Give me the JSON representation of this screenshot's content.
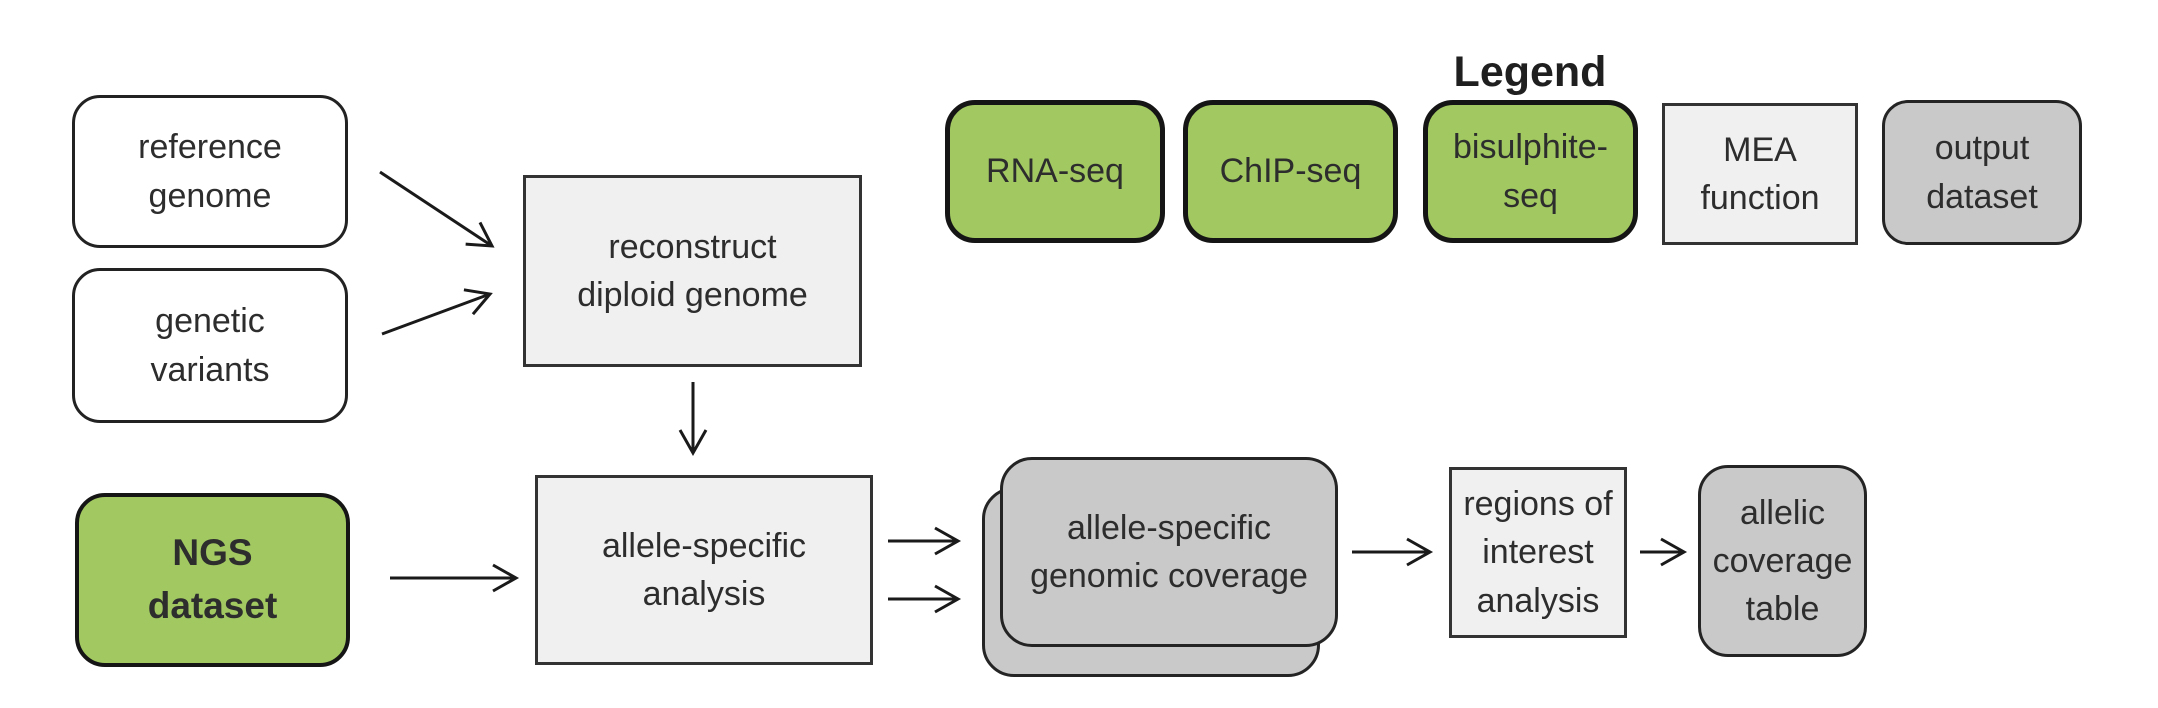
{
  "flowchart": {
    "nodes": {
      "reference_genome": "reference\ngenome",
      "genetic_variants": "genetic\nvariants",
      "ngs_dataset": "NGS\ndataset",
      "reconstruct_diploid_genome": "reconstruct\ndiploid genome",
      "allele_specific_analysis": "allele-specific\nanalysis",
      "allele_specific_genomic_coverage": "allele-specific\ngenomic coverage",
      "regions_of_interest_analysis": "regions of\ninterest\nanalysis",
      "allelic_coverage_table": "allelic\ncoverage\ntable"
    }
  },
  "legend": {
    "title": "Legend",
    "items": {
      "rna_seq": "RNA-seq",
      "chip_seq": "ChIP-seq",
      "bisulphite_seq": "bisulphite-\nseq",
      "mea_function": "MEA\nfunction",
      "output_dataset": "output\ndataset"
    }
  },
  "colors": {
    "ngs_green": "#a1c861",
    "dataset_gray": "#c9c9c9",
    "function_gray": "#f0f0f0",
    "border_black": "#151515",
    "text": "#2d2d2d"
  }
}
